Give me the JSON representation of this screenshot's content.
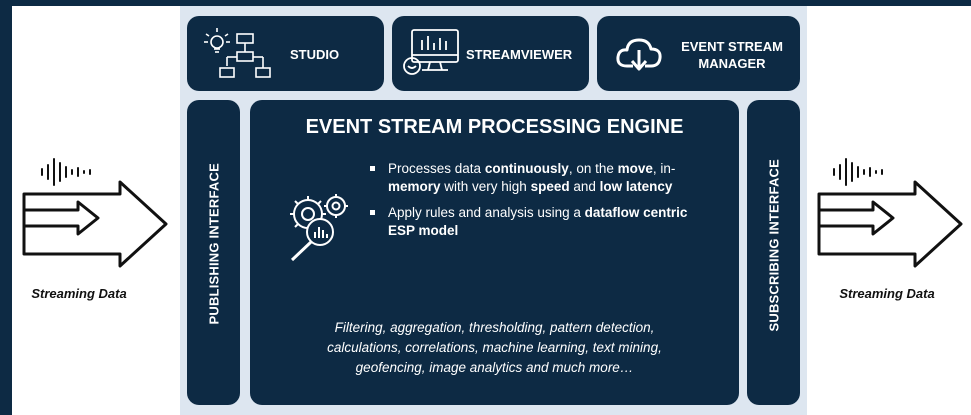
{
  "tools": {
    "studio": {
      "label": "STUDIO",
      "icon": "flowchart-icon"
    },
    "streamviewer": {
      "label": "STREAMVIEWER",
      "icon": "monitor-dashboard-icon"
    },
    "esm": {
      "label_line1": "EVENT STREAM",
      "label_line2": "MANAGER",
      "icon": "cloud-download-icon"
    }
  },
  "interfaces": {
    "publishing": "PUBLISHING INTERFACE",
    "subscribing": "SUBSCRIBING INTERFACE"
  },
  "engine": {
    "title": "EVENT STREAM PROCESSING ENGINE",
    "icon": "gears-analytics-icon",
    "bullet1": {
      "t1": "Processes data ",
      "b1": "continuously",
      "t2": ", on the ",
      "b2": "move",
      "t3": ", in-",
      "b3": "memory",
      "t4": " with very high ",
      "b4": "speed",
      "t5": " and ",
      "b5": "low latency"
    },
    "bullet2": {
      "t1": "Apply rules and analysis using a ",
      "b1": "dataflow centric ESP model"
    },
    "footer_line1": "Filtering, aggregation, thresholding, pattern detection,",
    "footer_line2": "calculations, correlations, machine learning, text mining,",
    "footer_line3": "geofencing, image analytics and much more…"
  },
  "streams": {
    "left_label": "Streaming Data",
    "right_label": "Streaming Data",
    "icon": "sound-wave-arrow-icon"
  },
  "colors": {
    "navy": "#0d2a44",
    "panel": "#dde6f0",
    "white": "#ffffff"
  }
}
